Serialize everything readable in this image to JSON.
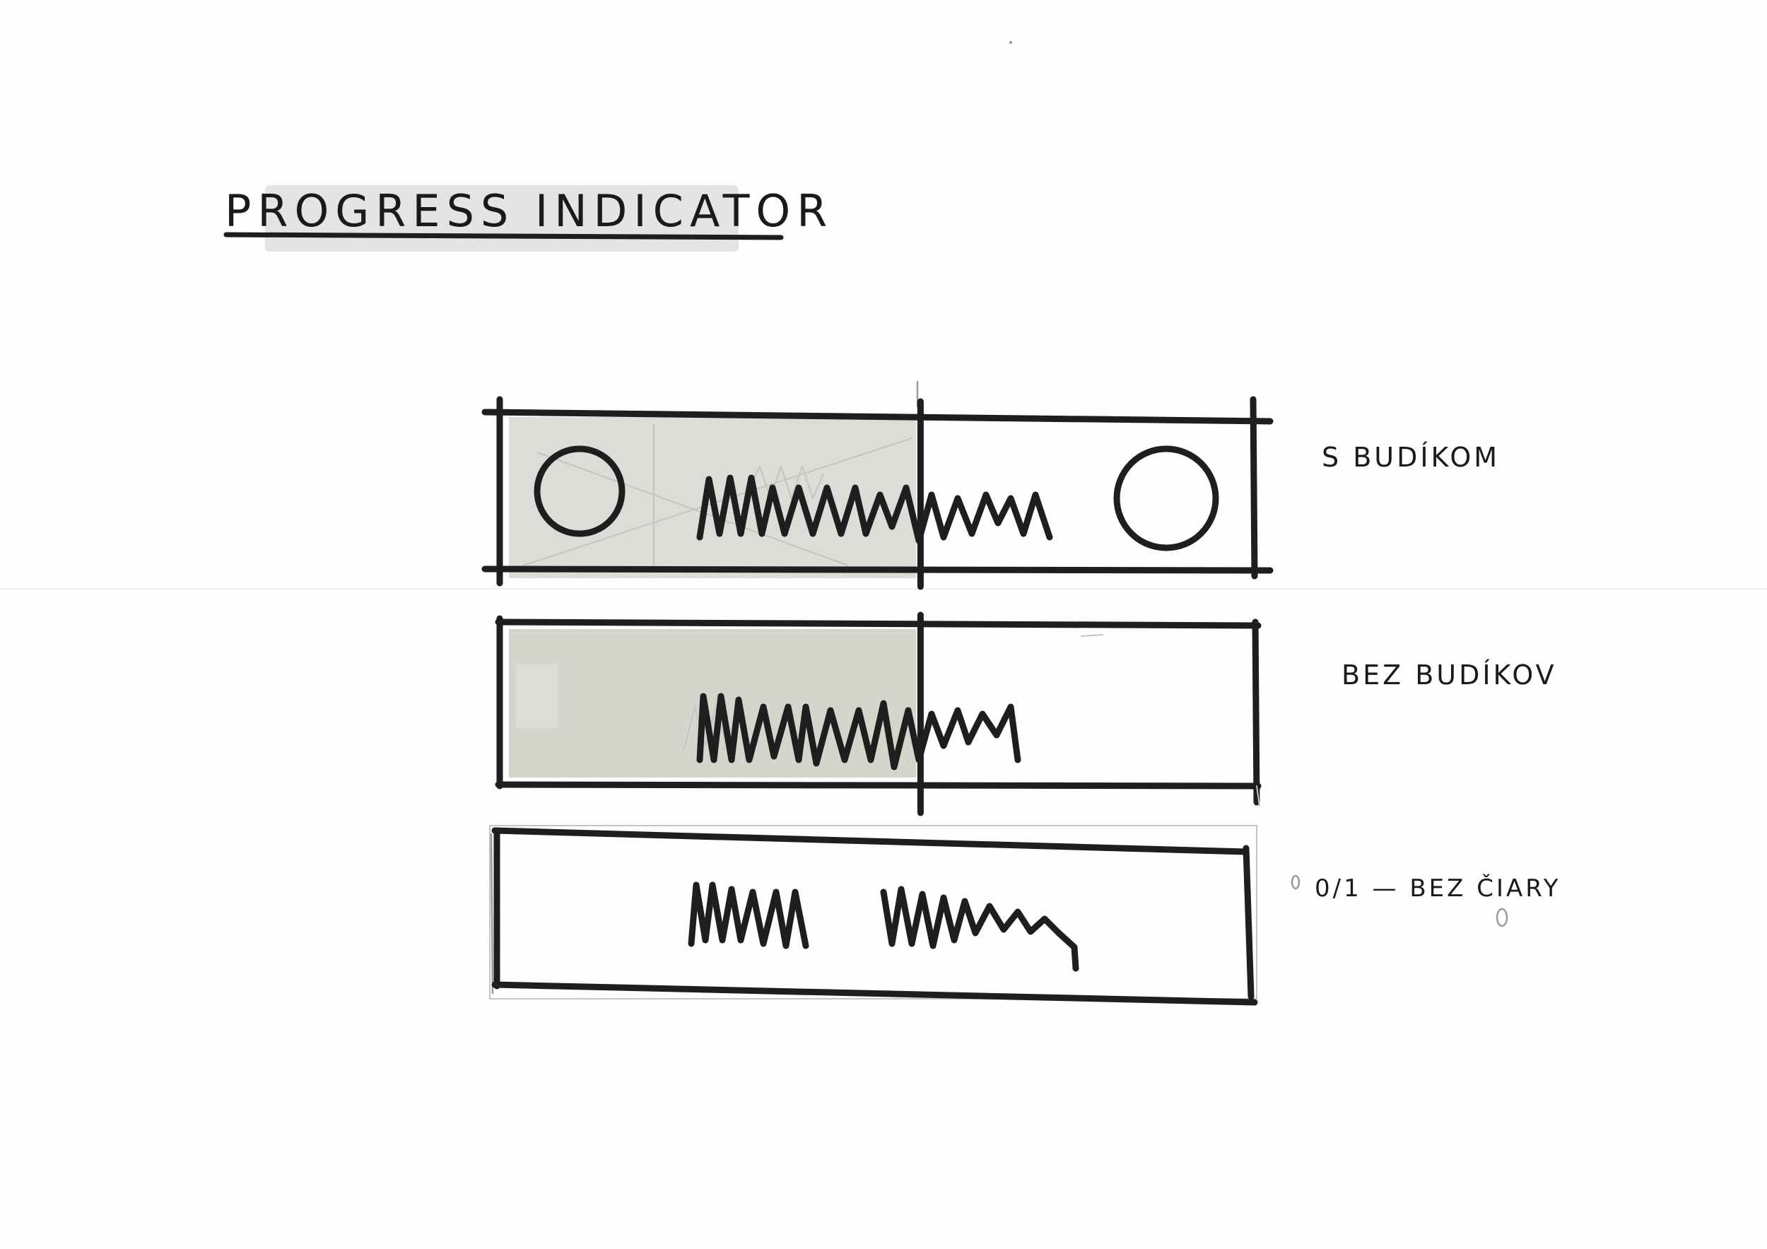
{
  "title": "PROGRESS INDICATOR",
  "variants": [
    {
      "label": "S BUDÍKOM",
      "progress": 0.56,
      "buttons": [
        "circle-left",
        "circle-right"
      ]
    },
    {
      "label": "BEZ BUDÍKOV",
      "progress": 0.56,
      "buttons": []
    },
    {
      "label": "0/1 — BEZ ČIARY",
      "progress": 0,
      "buttons": []
    }
  ]
}
